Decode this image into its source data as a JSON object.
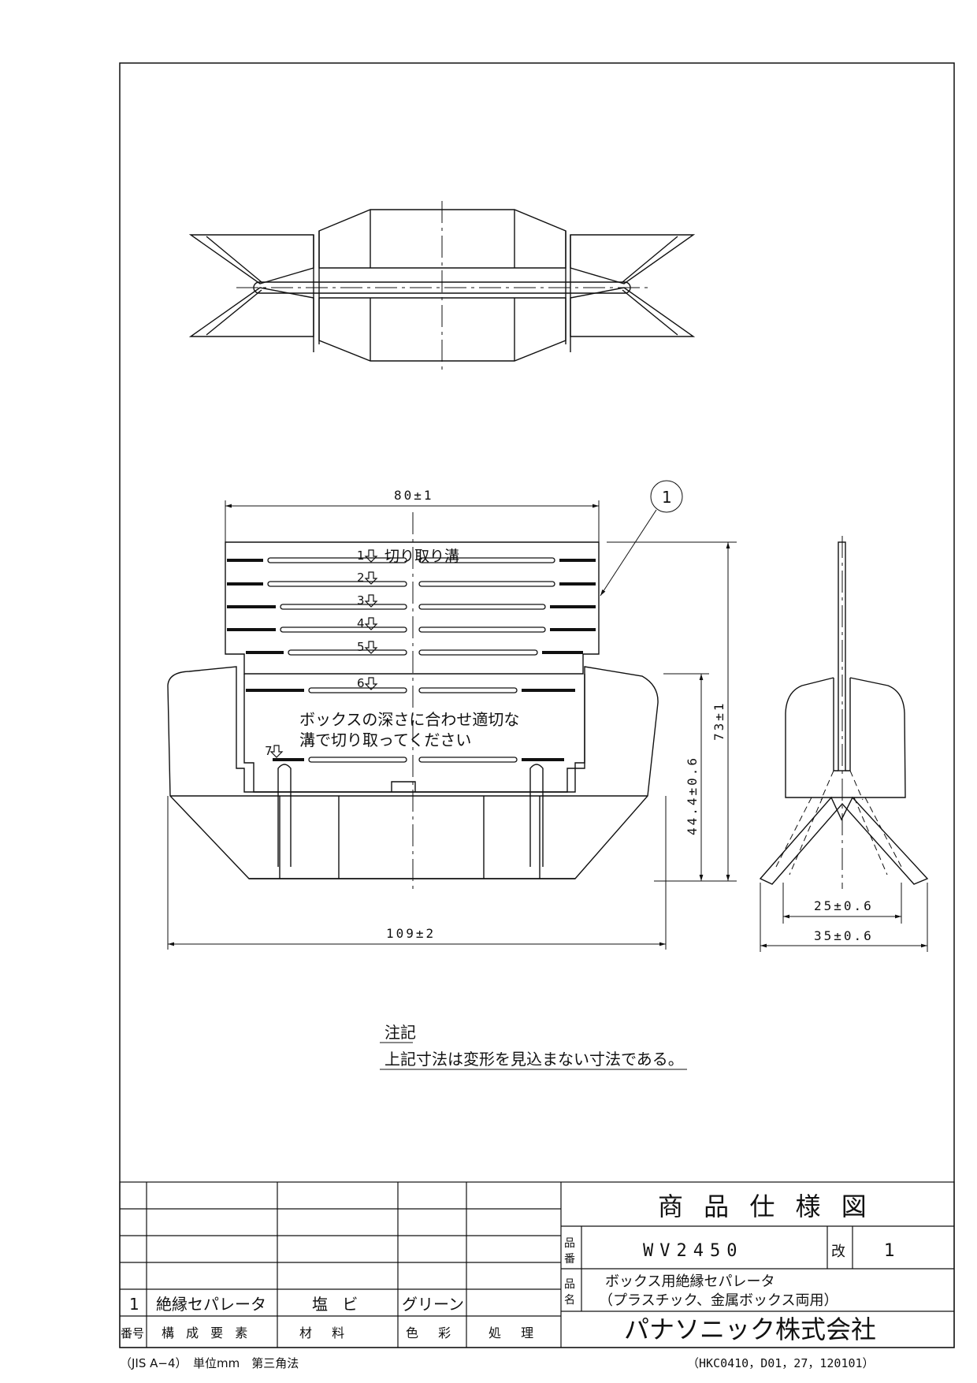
{
  "dimensions": {
    "width_front": "80±1",
    "height_total": "73±1",
    "height_lower": "44.4±0.6",
    "width_base": "109±2",
    "side_inner": "25±0.6",
    "side_outer": "35±0.6"
  },
  "balloon": "1",
  "cut_groove_label": "切り取り溝",
  "groove_numbers": [
    "1",
    "2",
    "3",
    "4",
    "5",
    "6",
    "7"
  ],
  "instruction": {
    "line1": "ボックスの深さに合わせ適切な",
    "line2": "溝で切り取ってください"
  },
  "note": {
    "title": "注記",
    "text": "上記寸法は変形を見込まない寸法である。"
  },
  "parts_table": {
    "row": {
      "no": "1",
      "component": "絶縁セパレータ",
      "material": "塩 ビ",
      "color": "グリーン",
      "treatment": ""
    },
    "header": {
      "no": "番号",
      "component": "構 成 要 素",
      "material": "材 料",
      "color": "色 彩",
      "treatment": "処 理"
    }
  },
  "title_block": {
    "title": "商 品 仕 様 図",
    "part_no_label": "品番",
    "part_no": "WV2450",
    "rev_label": "改",
    "rev": "1",
    "name_label": "品名",
    "name_line1": "ボックス用絶縁セパレータ",
    "name_line2": "（プラスチック、金属ボックス両用）",
    "company": "パナソニック株式会社"
  },
  "footer": {
    "left": "（JIS A−4）　単位mm　第三角法",
    "right": "（HKC0410，D01，27，120101）"
  }
}
